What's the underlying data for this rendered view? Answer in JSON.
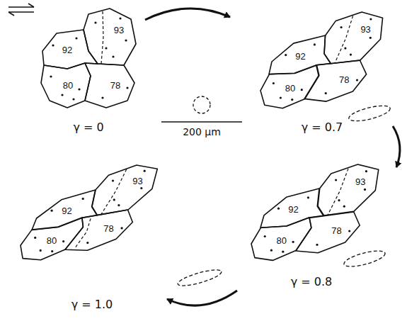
{
  "diagram": {
    "nodes": [
      {
        "text": [
          "92"
        ]
      },
      {
        "text": [
          "93"
        ]
      },
      {
        "text": [
          "80"
        ]
      },
      {
        "text": [
          "78"
        ]
      },
      {
        "text": [
          "92"
        ]
      },
      {
        "text": [
          "93"
        ]
      },
      {
        "text": [
          "80"
        ]
      },
      {
        "text": [
          "78"
        ]
      },
      {
        "text": [
          "92"
        ]
      },
      {
        "text": [
          "93"
        ]
      },
      {
        "text": [
          "80"
        ]
      },
      {
        "text": [
          "78"
        ]
      },
      {
        "text": [
          "92"
        ]
      },
      {
        "text": [
          "93"
        ]
      },
      {
        "text": [
          "80"
        ]
      },
      {
        "text": [
          "78"
        ]
      }
    ],
    "labels": [
      "γ = 0",
      "200 μm",
      "γ = 0.7",
      "γ = 1.0",
      "γ = 0.8"
    ]
  }
}
